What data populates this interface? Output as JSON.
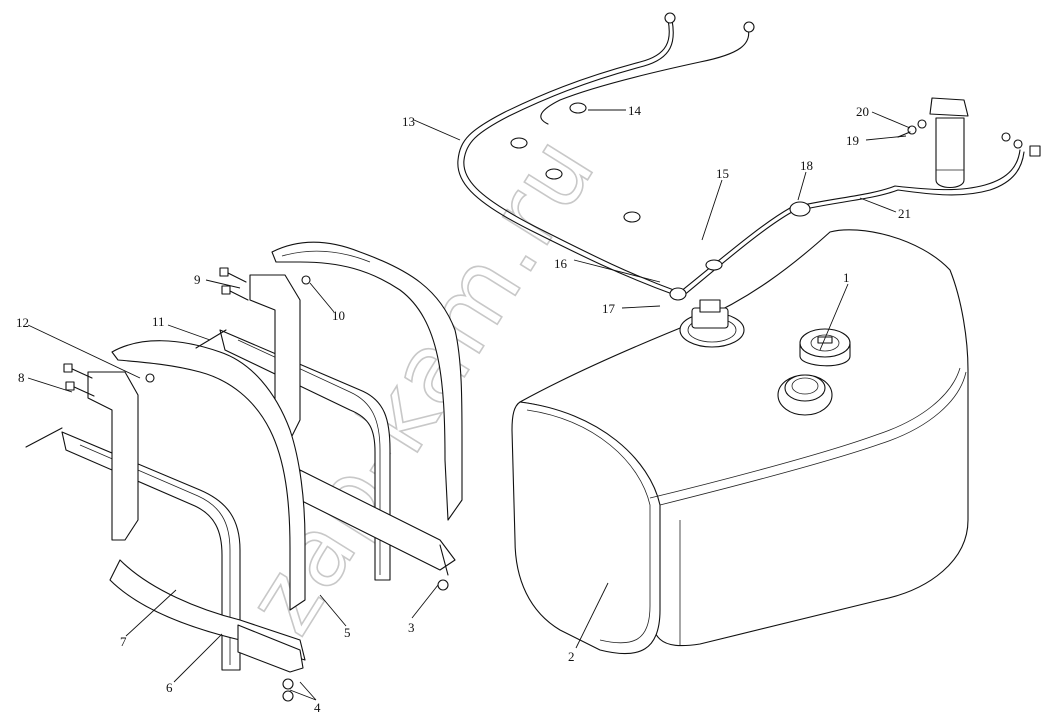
{
  "watermark": "zap-kam.ru",
  "labels": [
    {
      "id": "1",
      "text": "1"
    },
    {
      "id": "2",
      "text": "2"
    },
    {
      "id": "3",
      "text": "3"
    },
    {
      "id": "4",
      "text": "4"
    },
    {
      "id": "5",
      "text": "5"
    },
    {
      "id": "6",
      "text": "6"
    },
    {
      "id": "7",
      "text": "7"
    },
    {
      "id": "8",
      "text": "8"
    },
    {
      "id": "9",
      "text": "9"
    },
    {
      "id": "10",
      "text": "10"
    },
    {
      "id": "11",
      "text": "11"
    },
    {
      "id": "12",
      "text": "12"
    },
    {
      "id": "13",
      "text": "13"
    },
    {
      "id": "14",
      "text": "14"
    },
    {
      "id": "15",
      "text": "15"
    },
    {
      "id": "16",
      "text": "16"
    },
    {
      "id": "17",
      "text": "17"
    },
    {
      "id": "18",
      "text": "18"
    },
    {
      "id": "19",
      "text": "19"
    },
    {
      "id": "20",
      "text": "20"
    },
    {
      "id": "21",
      "text": "21"
    }
  ]
}
